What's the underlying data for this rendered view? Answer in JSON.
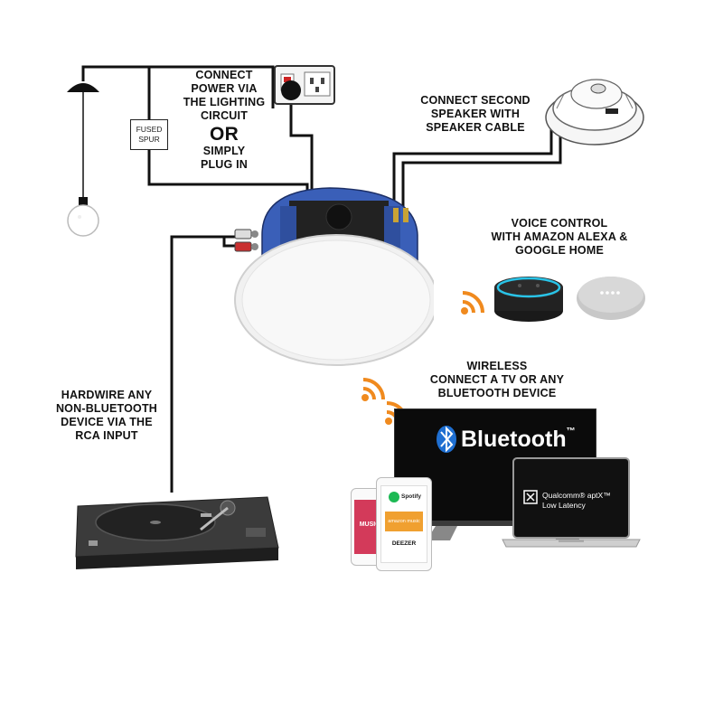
{
  "labels": {
    "power": [
      "CONNECT",
      "POWER VIA",
      "THE LIGHTING",
      "CIRCUIT"
    ],
    "or": "OR",
    "plug": [
      "SIMPLY",
      "PLUG IN"
    ],
    "second_speaker": [
      "CONNECT SECOND",
      "SPEAKER WITH",
      "SPEAKER CABLE"
    ],
    "voice": [
      "VOICE CONTROL",
      "WITH AMAZON ALEXA &",
      "GOOGLE HOME"
    ],
    "wireless": [
      "WIRELESS",
      "CONNECT A TV OR ANY",
      "BLUETOOTH DEVICE"
    ],
    "hardwire": [
      "HARDWIRE ANY",
      "NON-BLUETOOTH",
      "DEVICE VIA THE",
      "RCA INPUT"
    ]
  },
  "fused_spur": [
    "FUSED",
    "SPUR"
  ],
  "tv_brand": "Bluetooth",
  "tv_brand_tm": "™",
  "laptop_text": [
    "Qualcomm® aptX™",
    "Low Latency"
  ],
  "phone_text": {
    "apple_music": "MUSIC",
    "spotify": "Spotify",
    "amazon_music": "amazon music",
    "deezer": "DEEZER"
  },
  "colors": {
    "wifi_orange": "#f08a1e",
    "bluetooth_blue": "#1f6fd1",
    "speaker_blue": "#3a5fb8",
    "wire": "#111111"
  }
}
